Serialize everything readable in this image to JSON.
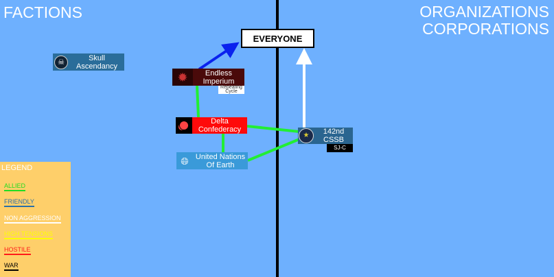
{
  "headers": {
    "left": "FACTIONS",
    "right_line1": "ORGANIZATIONS",
    "right_line2": "CORPORATIONS"
  },
  "center": {
    "label": "EVERYONE"
  },
  "nodes": {
    "skull": {
      "label": "Skull Ascendancy",
      "icon": "skull-emblem-icon"
    },
    "endless": {
      "line1": "Endless",
      "line2": "Imperium",
      "tag_line1": "Repeating",
      "tag_line2": "Cycle",
      "icon": "star-emblem-icon"
    },
    "delta": {
      "line1": "Delta",
      "line2": "Confederacy",
      "icon": "planet-icon"
    },
    "une": {
      "line1": "United Nations",
      "line2": "Of Earth",
      "icon": "un-emblem-icon"
    },
    "cssb": {
      "line1": "142nd",
      "line2": "CSSB",
      "tag": "SJ-C",
      "icon": "seal-icon"
    }
  },
  "legend": {
    "title": "LEGEND",
    "items": [
      {
        "label": "ALLIED",
        "color": "#22dd22"
      },
      {
        "label": "FRIENDLY",
        "color": "#2a6fa8"
      },
      {
        "label": "NON AGGRESSION",
        "color": "#ffffff"
      },
      {
        "label": "HIGH TENSIONS",
        "color": "#ffff00"
      },
      {
        "label": "HOSTILE",
        "color": "#ff1a1a"
      },
      {
        "label": "WAR",
        "color": "#000000"
      }
    ]
  },
  "colors": {
    "background": "#6eb0fe",
    "legend_bg": "#fecf6a",
    "allied": "#22ee33",
    "friendly": "#0a22ee",
    "non_aggression": "#ffffff"
  }
}
